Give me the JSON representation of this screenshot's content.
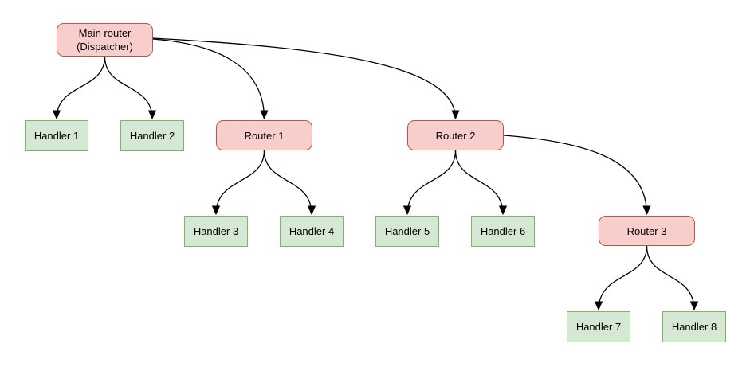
{
  "diagram": {
    "colors": {
      "background": "#ffffff",
      "router_fill": "#f8cecc",
      "router_border": "#b85450",
      "handler_fill": "#d5e8d4",
      "handler_border": "#82b366",
      "edge": "#000000"
    },
    "nodes": {
      "main_router": {
        "label_line1": "Main router",
        "label_line2": "(Dispatcher)",
        "type": "router"
      },
      "router1": {
        "label": "Router 1",
        "type": "router"
      },
      "router2": {
        "label": "Router 2",
        "type": "router"
      },
      "router3": {
        "label": "Router 3",
        "type": "router"
      },
      "handler1": {
        "label": "Handler 1",
        "type": "handler"
      },
      "handler2": {
        "label": "Handler 2",
        "type": "handler"
      },
      "handler3": {
        "label": "Handler 3",
        "type": "handler"
      },
      "handler4": {
        "label": "Handler 4",
        "type": "handler"
      },
      "handler5": {
        "label": "Handler 5",
        "type": "handler"
      },
      "handler6": {
        "label": "Handler 6",
        "type": "handler"
      },
      "handler7": {
        "label": "Handler 7",
        "type": "handler"
      },
      "handler8": {
        "label": "Handler 8",
        "type": "handler"
      }
    },
    "edges": [
      {
        "from": "main_router",
        "to": "handler1"
      },
      {
        "from": "main_router",
        "to": "handler2"
      },
      {
        "from": "main_router",
        "to": "router1"
      },
      {
        "from": "main_router",
        "to": "router2"
      },
      {
        "from": "router1",
        "to": "handler3"
      },
      {
        "from": "router1",
        "to": "handler4"
      },
      {
        "from": "router2",
        "to": "handler5"
      },
      {
        "from": "router2",
        "to": "handler6"
      },
      {
        "from": "router2",
        "to": "router3"
      },
      {
        "from": "router3",
        "to": "handler7"
      },
      {
        "from": "router3",
        "to": "handler8"
      }
    ]
  }
}
